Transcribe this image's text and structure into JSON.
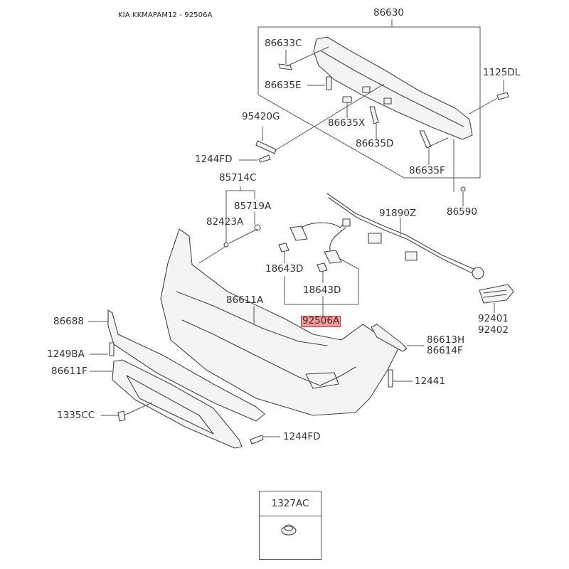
{
  "header": {
    "title": "KIA KKMAPAM12 - 92506A"
  },
  "highlighted_part": "92506A",
  "labels": {
    "p86630": "86630",
    "p86633C": "86633C",
    "p86635E": "86635E",
    "p86635X": "86635X",
    "p86635D": "86635D",
    "p86635F": "86635F",
    "p1125DL": "1125DL",
    "p95420G": "95420G",
    "p1244FD_top": "1244FD",
    "p85714C": "85714C",
    "p85719A": "85719A",
    "p82423A": "82423A",
    "p86590": "86590",
    "p91890Z": "91890Z",
    "p18643D_a": "18643D",
    "p18643D_b": "18643D",
    "p92506A": "92506A",
    "p86611A": "86611A",
    "p92401": "92401",
    "p92402": "92402",
    "p86688": "86688",
    "p1249BA": "1249BA",
    "p86611F": "86611F",
    "p86613H": "86613H",
    "p86614F": "86614F",
    "p12441": "12441",
    "p1335CC": "1335CC",
    "p1244FD_bottom": "1244FD",
    "p1327AC": "1327AC"
  }
}
